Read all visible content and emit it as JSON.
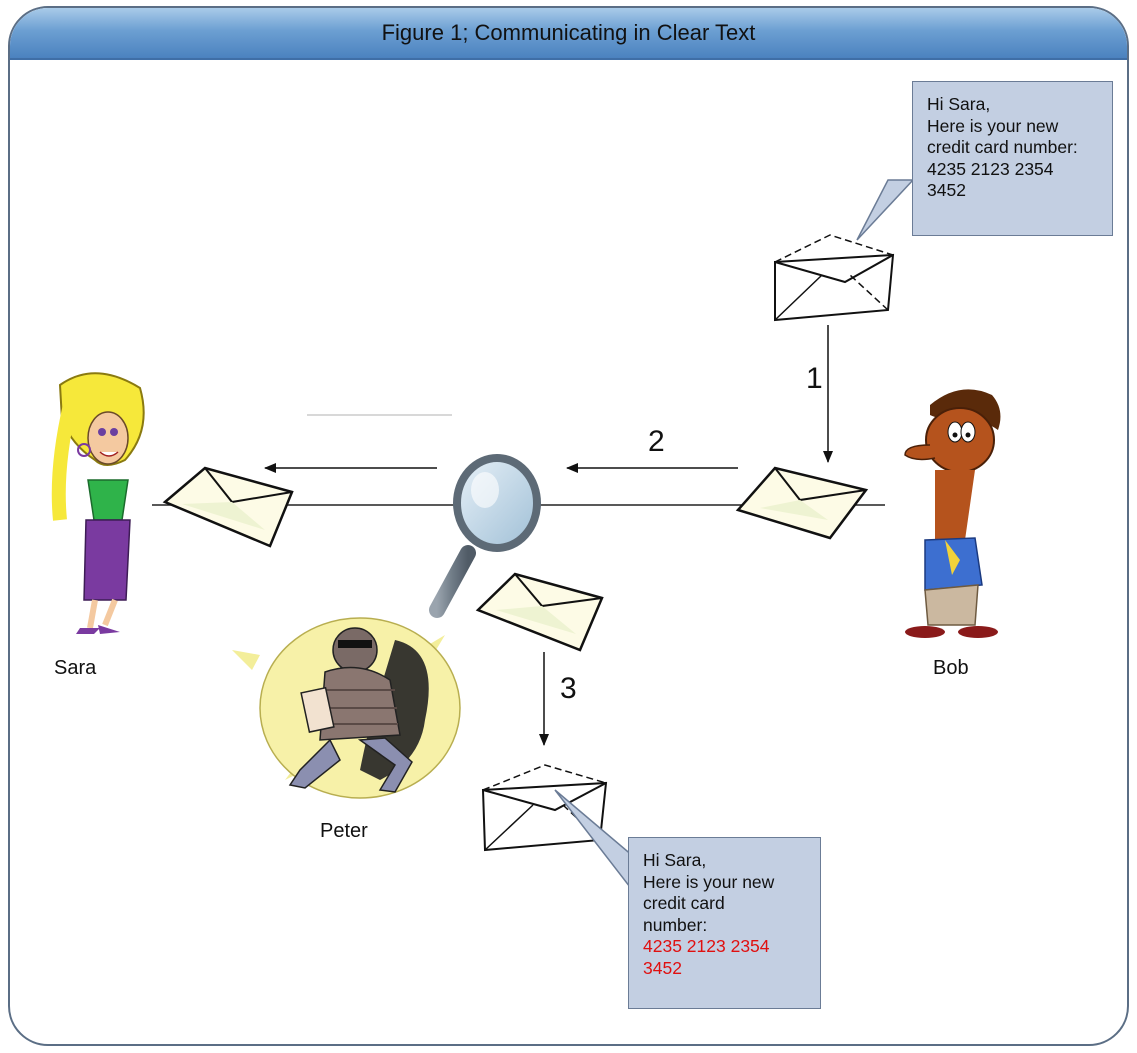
{
  "figure": {
    "title": "Figure 1; Communicating in Clear Text"
  },
  "actors": {
    "sara": "Sara",
    "bob": "Bob",
    "peter": "Peter"
  },
  "steps": [
    "1",
    "2",
    "3"
  ],
  "messages": {
    "sent": {
      "lines": [
        "Hi Sara,",
        "Here is your new",
        "credit card number:",
        "4235 2123 2354",
        "3452"
      ]
    },
    "intercepted": {
      "lines": [
        "Hi Sara,",
        "Here is your new",
        "credit card",
        "number:"
      ],
      "highlight_lines": [
        "4235 2123 2354",
        "3452"
      ],
      "highlight_color": "#e01010"
    }
  },
  "icons": [
    "envelope-icon",
    "magnifying-glass-icon",
    "arrow-icon"
  ]
}
